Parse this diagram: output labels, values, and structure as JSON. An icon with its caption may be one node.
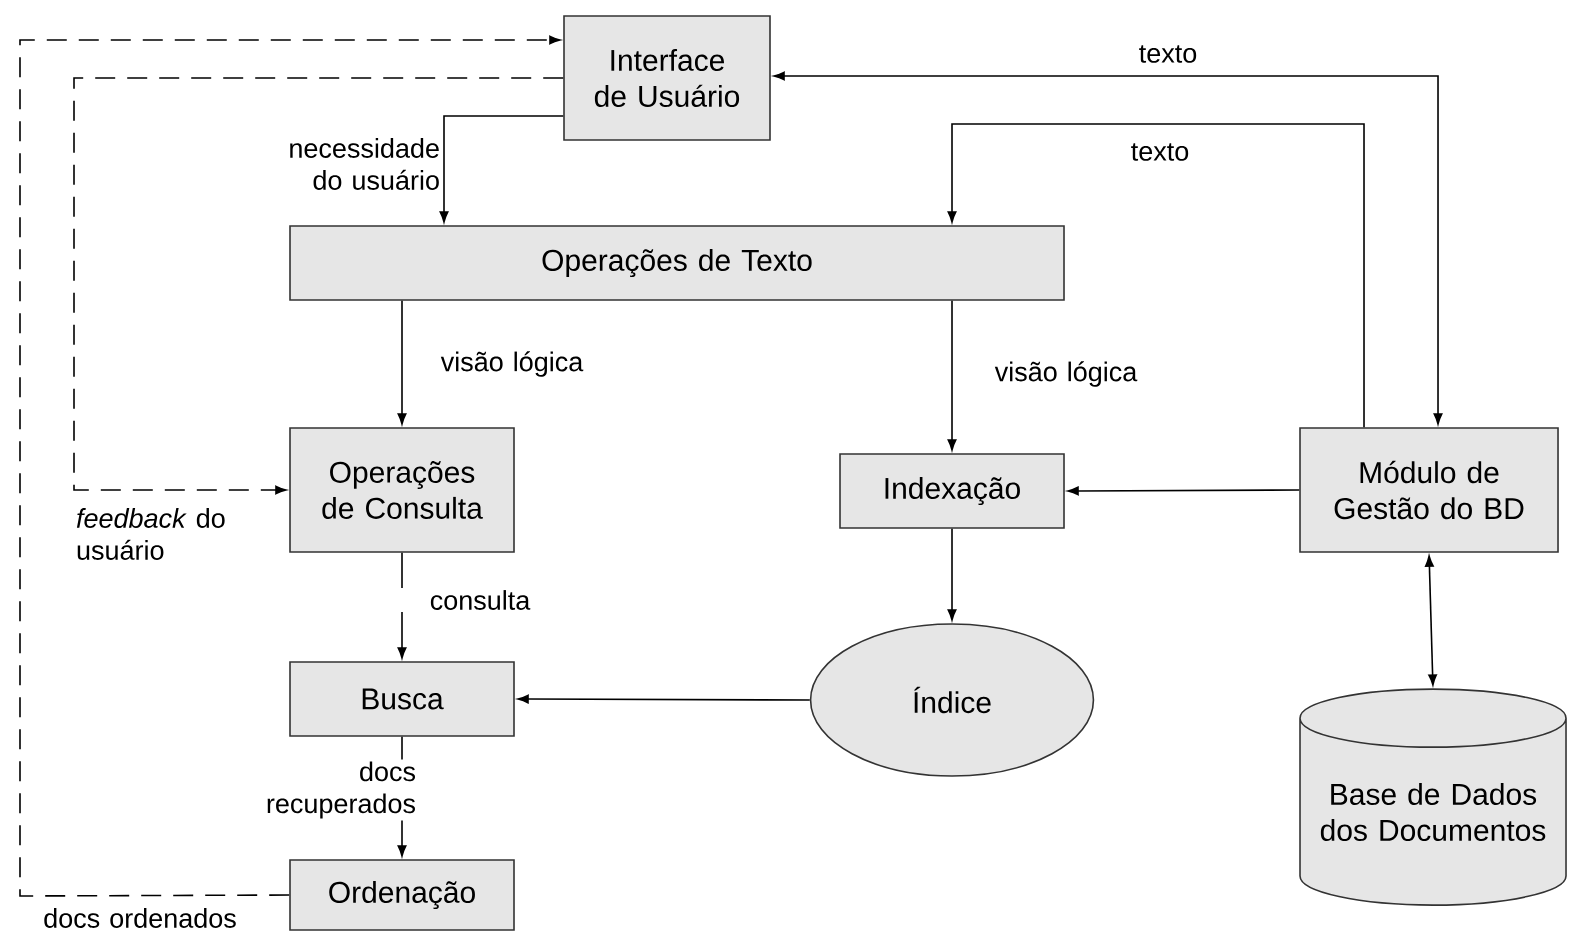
{
  "diagram": {
    "nodes": [
      {
        "text": [
          "Interface de Usuário"
        ]
      },
      {
        "text": [
          "Operações de Texto"
        ]
      },
      {
        "text": [
          "Operações de Consulta"
        ]
      },
      {
        "text": [
          "Indexação"
        ]
      },
      {
        "text": [
          "Módulo de Gestão do BD"
        ]
      },
      {
        "text": [
          "Índice"
        ]
      },
      {
        "text": [
          "Busca"
        ]
      },
      {
        "text": [
          "Ordenação"
        ]
      },
      {
        "text": [
          "Base de Dados dos Documentos"
        ]
      }
    ],
    "edges": [
      {
        "from": 0,
        "to": 1,
        "arrow": "to",
        "label": "necessidade do usuário"
      },
      {
        "from": 4,
        "to": 0,
        "arrow": "both",
        "label": "texto"
      },
      {
        "from": 4,
        "to": 1,
        "arrow": "to",
        "label": "texto"
      },
      {
        "from": 1,
        "to": 2,
        "arrow": "to",
        "label": "visão lógica"
      },
      {
        "from": 1,
        "to": 3,
        "arrow": "to",
        "label": "visão lógica"
      },
      {
        "from": 4,
        "to": 3,
        "arrow": "to"
      },
      {
        "from": 3,
        "to": 5,
        "arrow": "to"
      },
      {
        "from": 5,
        "to": 6,
        "arrow": "to"
      },
      {
        "from": 2,
        "to": 6,
        "arrow": "to",
        "label": "consulta"
      },
      {
        "from": 6,
        "to": 7,
        "arrow": "to",
        "label": "docs recuperados"
      },
      {
        "from": 4,
        "to": 8,
        "arrow": "both"
      },
      {
        "from": 7,
        "to": 0,
        "arrow": "to",
        "style": "dashed",
        "label": "docs ordenados"
      },
      {
        "from": 0,
        "to": 2,
        "arrow": "to",
        "style": "dashed",
        "label": "*feedback* do usuário"
      }
    ]
  }
}
